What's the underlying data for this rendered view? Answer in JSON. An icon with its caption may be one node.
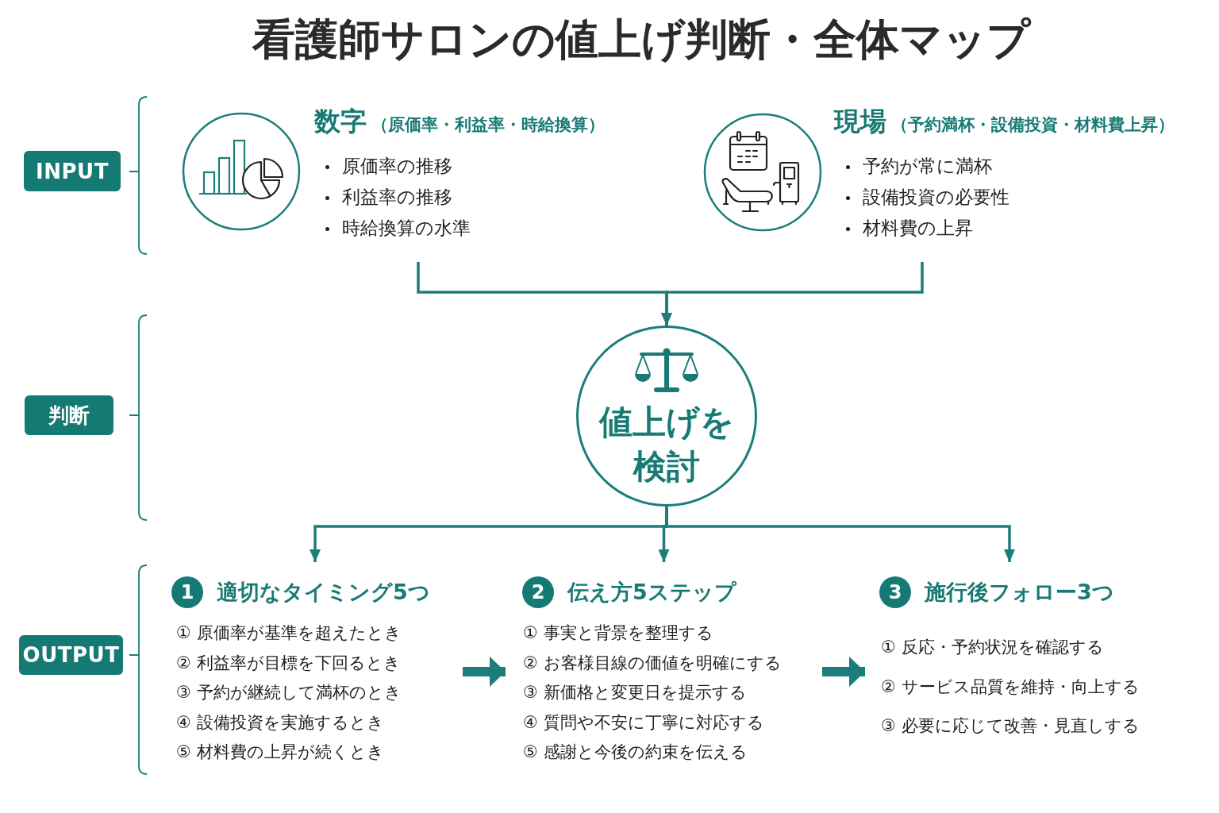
{
  "diagram": {
    "title": "看護師サロンの値上げ判断・全体マップ",
    "nodes": [
      {
        "text": [
          "INPUT"
        ]
      },
      {
        "text": [
          "数字",
          "（原価率・利益率・時給換算）",
          "原価率の推移",
          "利益率の推移",
          "時給換算の水準"
        ]
      },
      {
        "text": [
          "現場",
          "（予約満杯・設備投資・材料費上昇）",
          "予約が常に満杯",
          "設備投資の必要性",
          "材料費の上昇"
        ]
      },
      {
        "text": [
          "判断"
        ]
      },
      {
        "text": [
          "値上げを検討"
        ]
      },
      {
        "text": [
          "OUTPUT"
        ]
      },
      {
        "text": [
          "適切なタイミング5つ",
          "① 原価率が基準を超えたとき",
          "② 利益率が目標を下回るとき",
          "③ 予約が継続して満杯のとき",
          "④ 設備投資を実施するとき",
          "⑤ 材料費の上昇が続くとき"
        ]
      },
      {
        "text": [
          "1"
        ],
        "in": 6
      },
      {
        "text": [
          "伝え方5ステップ",
          "① 事実と背景を整理する",
          "② お客様目線の価値を明確にする",
          "③ 新価格と変更日を提示する",
          "④ 質問や不安に丁寧に対応する",
          "⑤ 感謝と今後の約束を伝える"
        ]
      },
      {
        "text": [
          "2"
        ],
        "in": 8
      },
      {
        "text": [
          "施行後フォロー3つ",
          "① 反応・予約状況を確認する",
          "② サービス品質を維持・向上する",
          "③ 必要に応じて改善・見直しする"
        ]
      },
      {
        "text": [
          "3"
        ],
        "in": 10
      }
    ],
    "edges": [
      {
        "from": 1,
        "to": 4,
        "arrow": "to"
      },
      {
        "from": 2,
        "to": 4,
        "arrow": "to"
      },
      {
        "from": 4,
        "to": 6,
        "arrow": "to"
      },
      {
        "from": 4,
        "to": 8,
        "arrow": "to"
      },
      {
        "from": 4,
        "to": 10,
        "arrow": "to"
      },
      {
        "from": 6,
        "to": 8,
        "arrow": "to",
        "style": "thick"
      },
      {
        "from": 8,
        "to": 10,
        "arrow": "to",
        "style": "thick"
      }
    ]
  }
}
